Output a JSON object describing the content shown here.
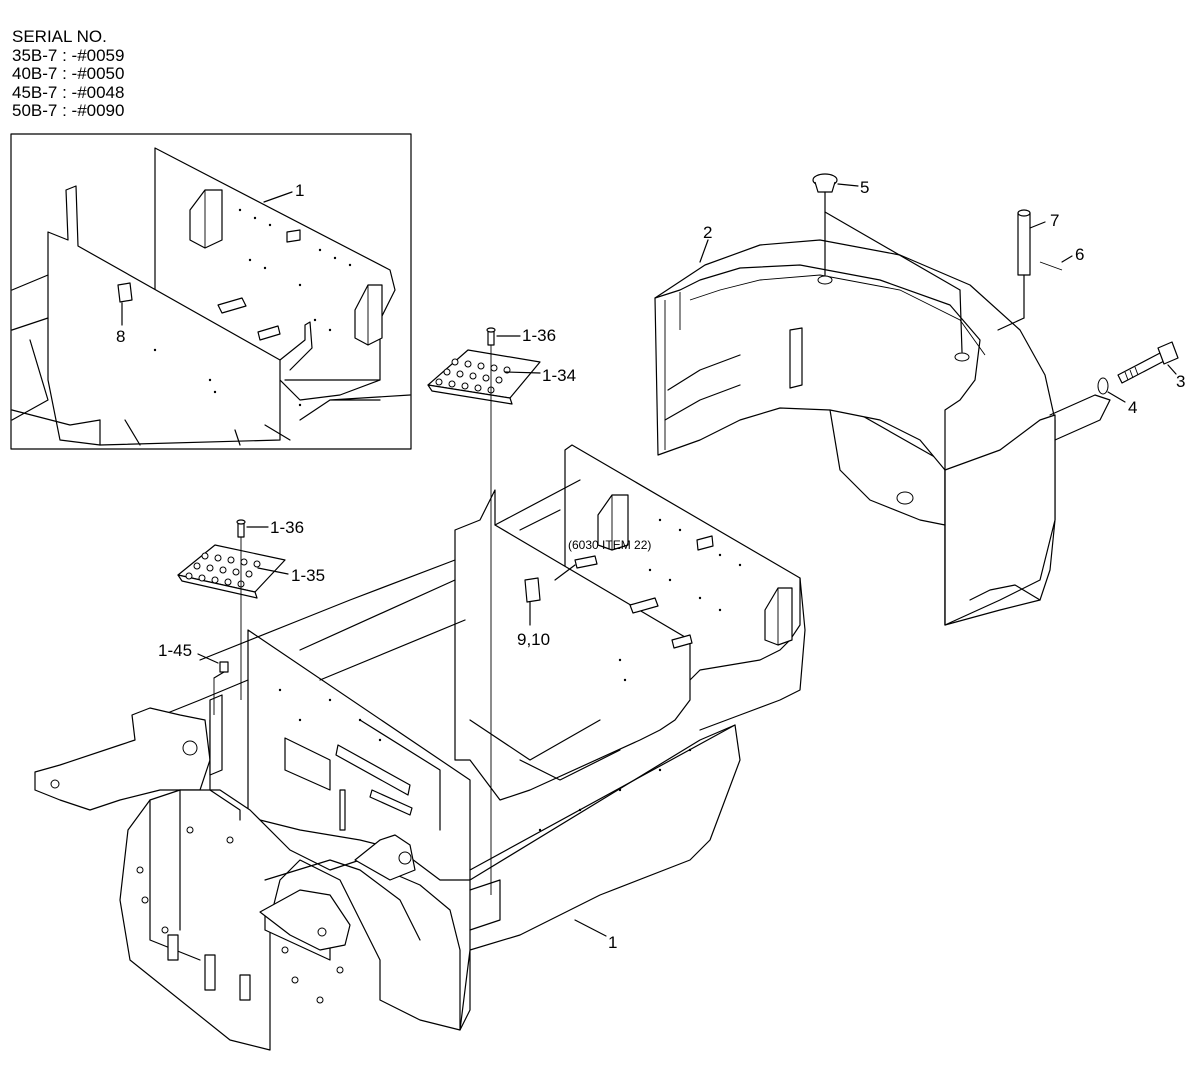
{
  "serial": {
    "heading": "SERIAL NO.",
    "lines": [
      "35B-7 : -#0059",
      "40B-7 : -#0050",
      "45B-7 : -#0048",
      "50B-7 : -#0090"
    ]
  },
  "callouts": {
    "inset_frame": "1",
    "inset_bracket": "8",
    "counterweight": "2",
    "cap": "5",
    "pin": "7",
    "split_pin": "6",
    "bolt": "3",
    "washer": "4",
    "bolt_upper": "1-36",
    "step_plate_upper": "1-34",
    "bolt_lower": "1-36",
    "step_plate_lower": "1-35",
    "bolt_left": "1-45",
    "bracket_main": "9,10",
    "main_frame": "1"
  },
  "note": "(6030 ITEM 22)"
}
